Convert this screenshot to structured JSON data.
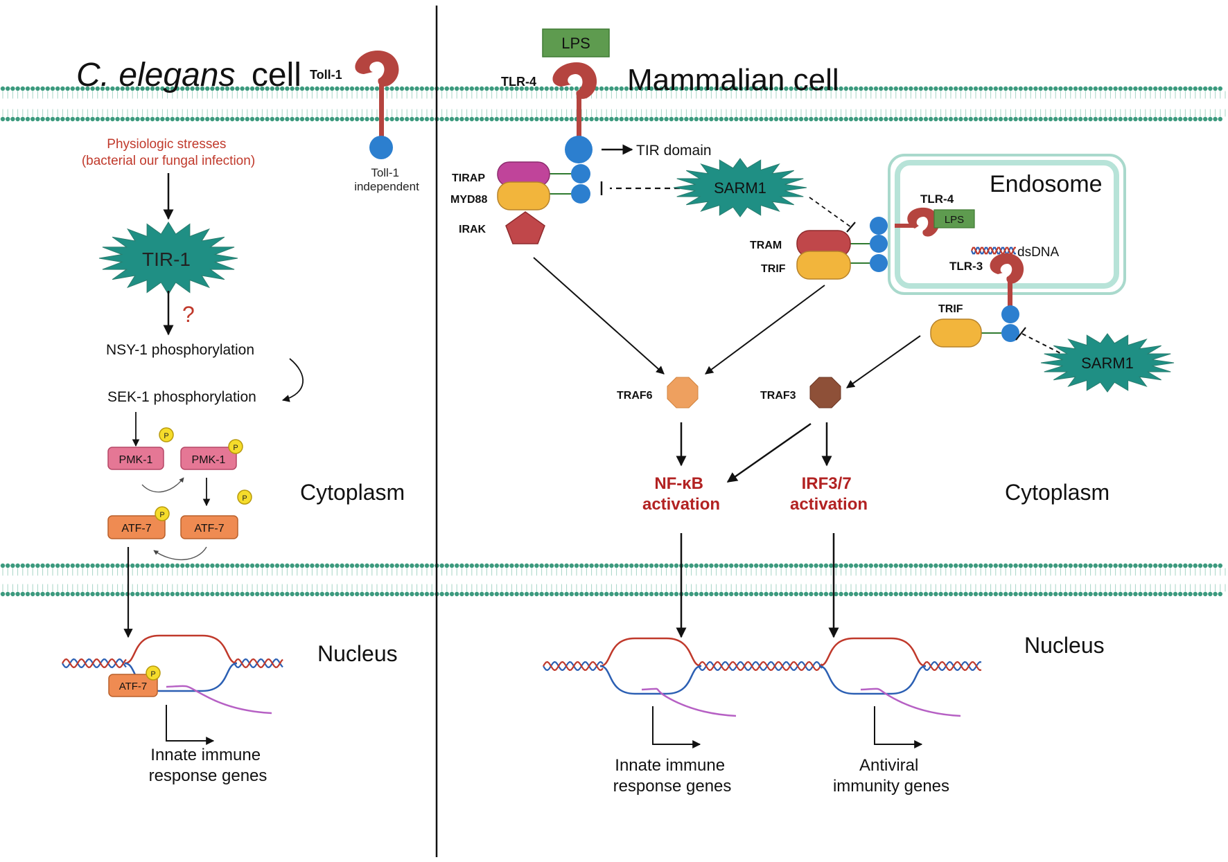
{
  "left": {
    "title_species": "C. elegans",
    "title_cell": "cell",
    "toll1_label": "Toll-1",
    "toll1_independent": [
      "Toll-1",
      "independent"
    ],
    "stresses": [
      "Physiologic stresses",
      "(bacterial our fungal infection)"
    ],
    "tir1_label": "TIR-1",
    "question_mark": "?",
    "nsy1": "NSY-1 phosphorylation",
    "sek1": "SEK-1 phosphorylation",
    "pmk1": "PMK-1",
    "atf7": "ATF-7",
    "phospho": "P",
    "cytoplasm": "Cytoplasm",
    "nucleus": "Nucleus",
    "genes": [
      "Innate immune",
      "response genes"
    ]
  },
  "right": {
    "title": "Mammalian cell",
    "lps": "LPS",
    "tlr4": "TLR-4",
    "tir_domain": "TIR domain",
    "tirap": "TIRAP",
    "myd88": "MYD88",
    "irak": "IRAK",
    "sarm1": "SARM1",
    "endosome": "Endosome",
    "tram": "TRAM",
    "trif": "TRIF",
    "dsdna": "dsDNA",
    "tlr3": "TLR-3",
    "traf6": "TRAF6",
    "traf3": "TRAF3",
    "nfkb": [
      "NF-κB",
      "activation"
    ],
    "irf": [
      "IRF3/7",
      "activation"
    ],
    "cytoplasm": "Cytoplasm",
    "nucleus": "Nucleus",
    "genes_innate": [
      "Innate immune",
      "response genes"
    ],
    "genes_antiviral": [
      "Antiviral",
      "immunity genes"
    ]
  },
  "colors": {
    "membrane": "#3c9a7e",
    "receptor": "#b5443f",
    "tir": "#2c7fcf",
    "sarm": "#1f8f84",
    "stress_text": "#c0392b",
    "activation_text": "#b22222",
    "lps_fill": "#5e9b4f",
    "tirap": "#c0449a",
    "myd88": "#f2b53c",
    "irak": "#c0474a",
    "traf6": "#eea05f",
    "traf3": "#8e5038",
    "pmk": "#e57795",
    "atf": "#ef8b52",
    "endosome": "#b7e3d8"
  }
}
